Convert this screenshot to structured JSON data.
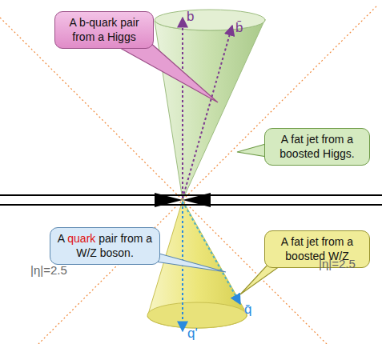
{
  "diagram": {
    "nodes": [
      {
        "text": [
          "A b-quark pair from a Higgs"
        ]
      },
      {
        "text": [
          "A fat jet from a boosted Higgs."
        ]
      },
      {
        "text": [
          "A quark pair from a W/Z boson."
        ]
      },
      {
        "text": [
          "A fat jet from a boosted W/Z"
        ]
      }
    ],
    "labels": [
      "b",
      "b̄",
      "q'",
      "q̄",
      "|η|=2.5",
      "|η|=2.5"
    ]
  }
}
